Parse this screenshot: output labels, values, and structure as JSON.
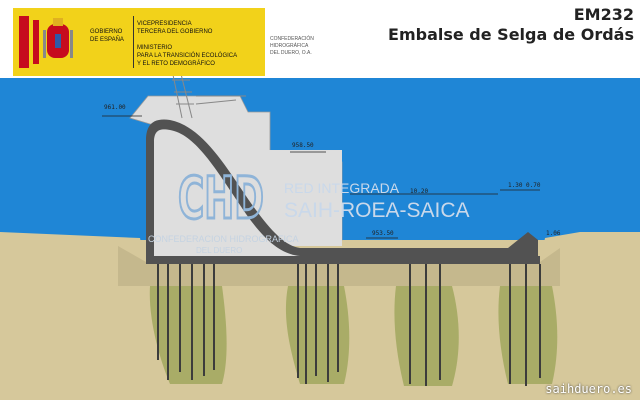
{
  "station": {
    "code": "EM232",
    "name": "Embalse de Selga de Ordás"
  },
  "logo": {
    "gobierno": [
      "GOBIERNO",
      "DE ESPAÑA"
    ],
    "vicepresidencia": "VICEPRESIDENCIA\nTERCERA DEL GOBIERNO\n\nMINISTERIO\nPARA LA TRANSICIÓN ECOLÓGICA\nY EL RETO DEMOGRÁFICO",
    "confederacion": "CONFEDERACIÓN\nHIDROGRÁFICA\nDEL DUERO, O.A."
  },
  "watermark": {
    "red": "RED INTEGRADA",
    "saih": "SAIH-ROEA-SAICA",
    "confederacion": "CONFEDERACION HIDROGRAFICA",
    "duero": "DEL DUERO",
    "chd": "CHD"
  },
  "dimensions": {
    "crest_left": "961.00",
    "crest_top": "958.50",
    "floor": "953.50",
    "length": "10.20",
    "d1": "1.30",
    "d2": "0.70",
    "d3": "1.06"
  },
  "website": "saihduero.es",
  "colors": {
    "water": "#1f86d6",
    "ground": "#d6c89b",
    "concrete": "#dedede",
    "piles": "#9aa355",
    "logo_yellow": "#f2d21a"
  }
}
